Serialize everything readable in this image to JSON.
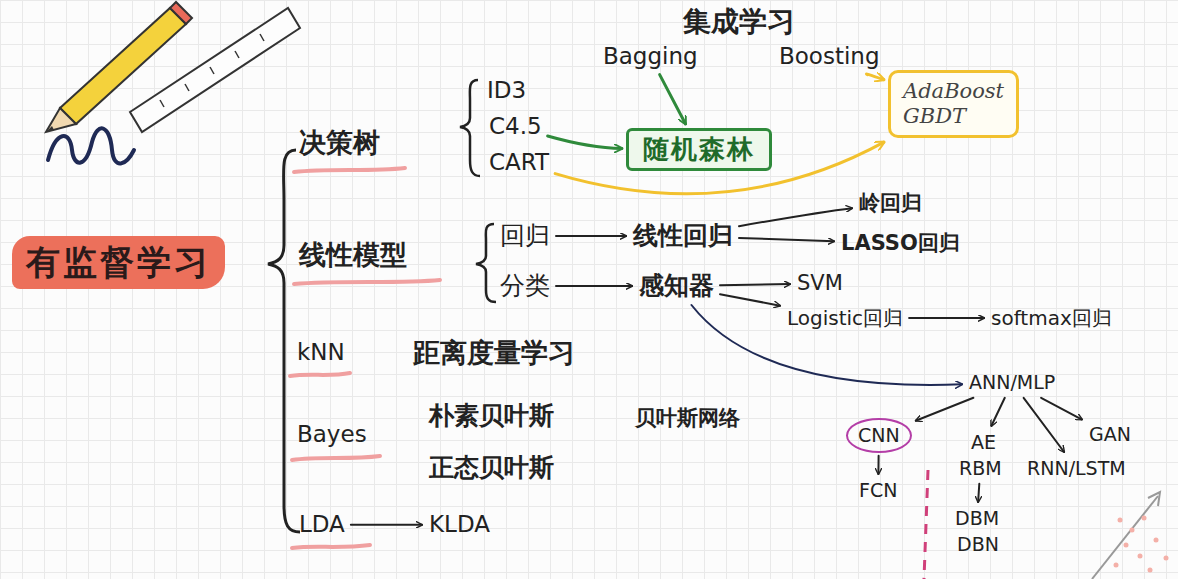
{
  "diagram": {
    "nodes": [
      {
        "text": [
          "集成学习"
        ]
      },
      {
        "text": [
          "Bagging"
        ]
      },
      {
        "text": [
          "Boosting"
        ]
      },
      {
        "text": [
          "ID3"
        ]
      },
      {
        "text": [
          "C4.5"
        ]
      },
      {
        "text": [
          "CART"
        ]
      },
      {
        "text": [
          "随机森林"
        ]
      },
      {
        "text": [
          "AdaBoost",
          "GBDT"
        ]
      },
      {
        "text": [
          "有监督学习"
        ]
      },
      {
        "text": [
          "决策树"
        ]
      },
      {
        "text": [
          "线性模型"
        ]
      },
      {
        "text": [
          "回归"
        ]
      },
      {
        "text": [
          "线性回归"
        ]
      },
      {
        "text": [
          "岭回归"
        ]
      },
      {
        "text": [
          "LASSO回归"
        ]
      },
      {
        "text": [
          "分类"
        ]
      },
      {
        "text": [
          "感知器"
        ]
      },
      {
        "text": [
          "SVM"
        ]
      },
      {
        "text": [
          "Logistic回归"
        ]
      },
      {
        "text": [
          "softmax回归"
        ]
      },
      {
        "text": [
          "kNN"
        ]
      },
      {
        "text": [
          "距离度量学习"
        ]
      },
      {
        "text": [
          "Bayes"
        ]
      },
      {
        "text": [
          "朴素贝叶斯"
        ]
      },
      {
        "text": [
          "贝叶斯网络"
        ]
      },
      {
        "text": [
          "正态贝叶斯"
        ]
      },
      {
        "text": [
          "LDA"
        ]
      },
      {
        "text": [
          "KLDA"
        ]
      },
      {
        "text": [
          "ANN/MLP"
        ]
      },
      {
        "text": [
          "CNN"
        ]
      },
      {
        "text": [
          "FCN"
        ]
      },
      {
        "text": [
          "AE"
        ]
      },
      {
        "text": [
          "RBM"
        ]
      },
      {
        "text": [
          "DBM"
        ]
      },
      {
        "text": [
          "DBN"
        ]
      },
      {
        "text": [
          "GAN"
        ]
      },
      {
        "text": [
          "RNN/LSTM"
        ]
      }
    ],
    "edges": [
      {
        "from": 1,
        "to": 6,
        "arrow": "to"
      },
      {
        "from": 4,
        "to": 6,
        "arrow": "to"
      },
      {
        "from": 2,
        "to": 7,
        "arrow": "to"
      },
      {
        "from": 5,
        "to": 7,
        "arrow": "to"
      },
      {
        "from": 11,
        "to": 12,
        "arrow": "to"
      },
      {
        "from": 12,
        "to": 13,
        "arrow": "to"
      },
      {
        "from": 12,
        "to": 14,
        "arrow": "to"
      },
      {
        "from": 15,
        "to": 16,
        "arrow": "to"
      },
      {
        "from": 16,
        "to": 17,
        "arrow": "to"
      },
      {
        "from": 16,
        "to": 18,
        "arrow": "to"
      },
      {
        "from": 18,
        "to": 19,
        "arrow": "to"
      },
      {
        "from": 16,
        "to": 28,
        "arrow": "to"
      },
      {
        "from": 28,
        "to": 29,
        "arrow": "to"
      },
      {
        "from": 28,
        "to": 31,
        "arrow": "to"
      },
      {
        "from": 28,
        "to": 36,
        "arrow": "to"
      },
      {
        "from": 28,
        "to": 35,
        "arrow": "to"
      },
      {
        "from": 29,
        "to": 30,
        "arrow": "to"
      },
      {
        "from": 32,
        "to": 33,
        "arrow": "to"
      },
      {
        "from": 26,
        "to": 27,
        "arrow": "to"
      }
    ]
  }
}
